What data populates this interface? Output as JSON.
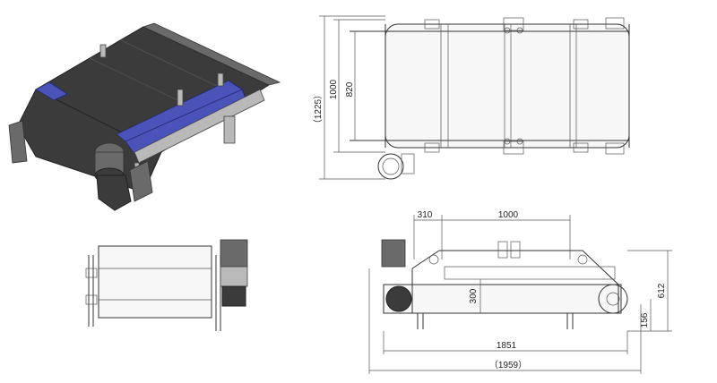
{
  "dimensions": {
    "top_overall_height": "（1225）",
    "top_height": "1000",
    "top_belt_width": "820",
    "side_offset": "310",
    "side_pitch": "1000",
    "side_magnet_height": "300",
    "side_overall_height": "612",
    "side_clearance": "156",
    "side_length": "1851",
    "side_overall_length": "（1959）"
  },
  "colors": {
    "magnet": "#4b52b8",
    "body": "#3b3b3b",
    "frame": "#b9b9b9"
  }
}
